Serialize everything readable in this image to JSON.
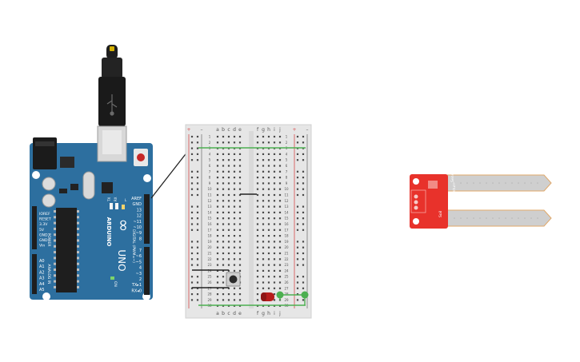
{
  "colors": {
    "arduino_board": "#2d6f9f",
    "breadboard": "#e6e6e6",
    "wire_green": "#4caf50",
    "wire_black": "#222222",
    "led_red": "#b71c1c",
    "sensor_red": "#e8322b",
    "sensor_probe": "#c8c8c8"
  },
  "arduino": {
    "brand": "ARDUINO",
    "model": "UNO",
    "logo": "∞",
    "on_label": "ON",
    "tx": "TX",
    "rx": "RX",
    "l": "L",
    "power_header_title": "POWER",
    "analog_header_title": "ANALOG IN",
    "digital_header_title": "DIGITAL (PWM=~)",
    "power_pins": [
      "IOREF",
      "RESET",
      "3.3V",
      "5V",
      "GND",
      "GND",
      "Vin"
    ],
    "analog_pins": [
      "A0",
      "A1",
      "A2",
      "A3",
      "A4",
      "A5"
    ],
    "digital_top_pins": [
      "AREF",
      "GND",
      "13",
      "12",
      "~11",
      "~10",
      "~9",
      "8"
    ],
    "digital_bottom_pins": [
      "7",
      "~6",
      "~5",
      "4",
      "~3",
      "2",
      "TX▸1",
      "RX◂0"
    ],
    "usb_icon": "usb-icon"
  },
  "breadboard": {
    "col_letters_left": [
      "a",
      "b",
      "c",
      "d",
      "e"
    ],
    "col_letters_right": [
      "f",
      "g",
      "h",
      "i",
      "j"
    ],
    "rail_plus": "+",
    "rail_minus": "–",
    "rows": 30
  },
  "sensor": {
    "label_line1": "Soil",
    "label_line2": "Moisture",
    "label_line3": "Sensor"
  }
}
